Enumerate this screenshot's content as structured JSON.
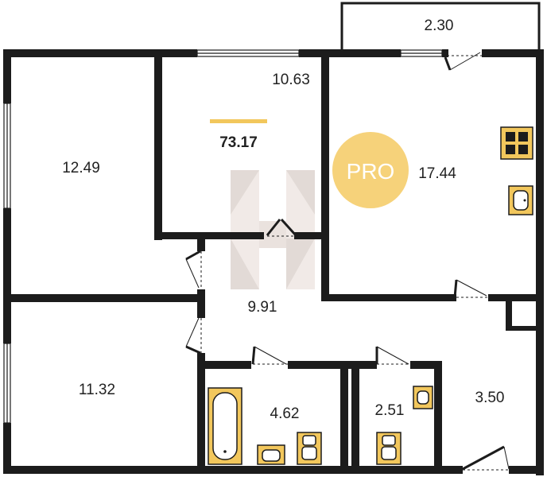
{
  "plan": {
    "total_area": "73.17",
    "badge_text": "PRO",
    "rooms": [
      {
        "id": "balcony",
        "area": "2.30"
      },
      {
        "id": "room-top-left",
        "area": "12.49"
      },
      {
        "id": "room-top-middle",
        "area": "10.63"
      },
      {
        "id": "kitchen",
        "area": "17.44"
      },
      {
        "id": "hallway",
        "area": "9.91"
      },
      {
        "id": "room-bottom-left",
        "area": "11.32"
      },
      {
        "id": "bathroom",
        "area": "4.62"
      },
      {
        "id": "toilet",
        "area": "2.51"
      },
      {
        "id": "entrance",
        "area": "3.50"
      }
    ]
  },
  "colors": {
    "wall": "#1c1c1c",
    "fixture": "#f2c75c",
    "accent_bar": "#f2c75c",
    "badge": "#f6d27a",
    "watermark_light": "#e8dcd6",
    "watermark_dark": "#bfb0aa"
  }
}
